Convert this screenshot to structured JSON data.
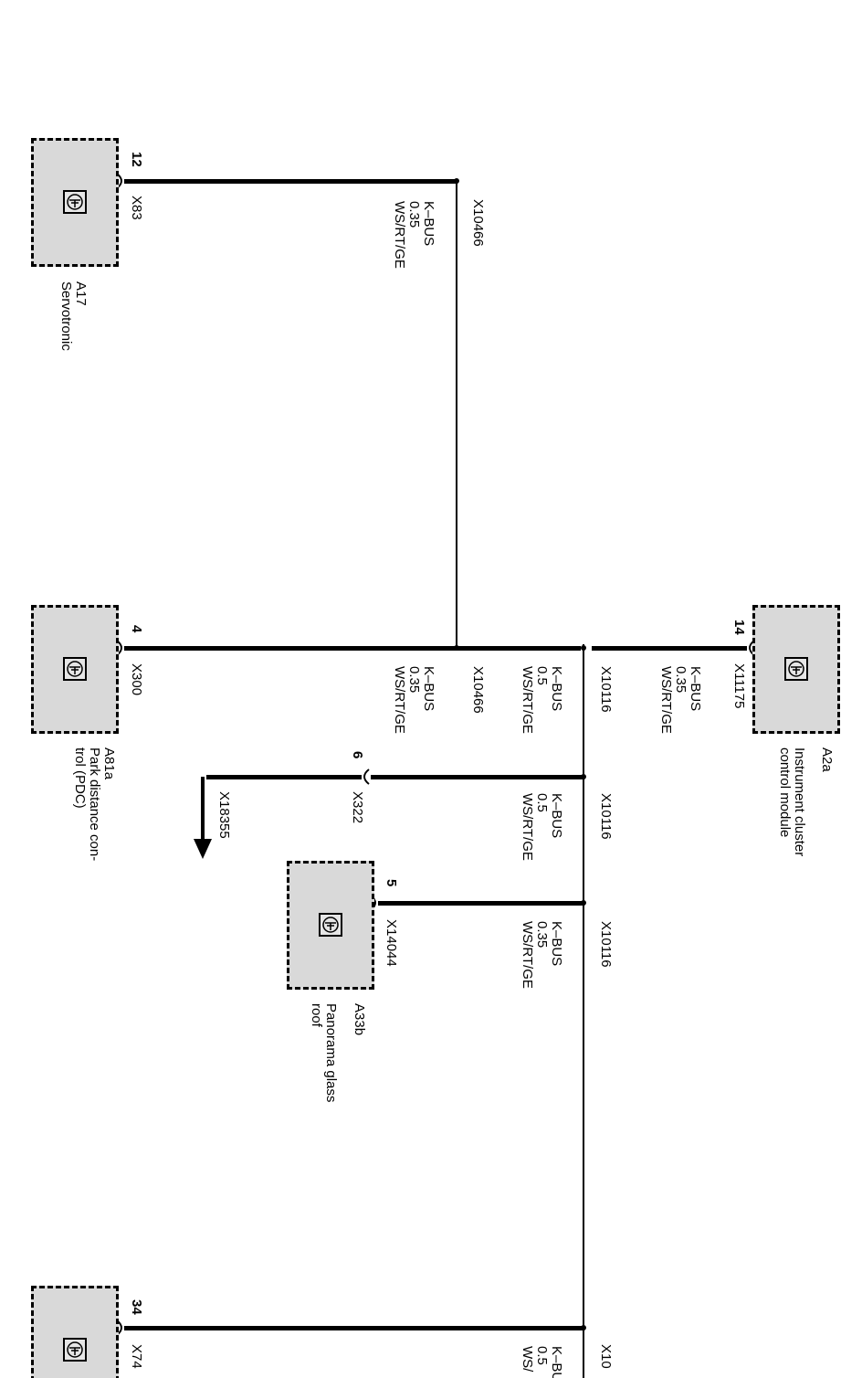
{
  "modules": {
    "servotronic": {
      "code": "A17",
      "name": "Servotronic",
      "pin": "12",
      "connector": "X83"
    },
    "pdc": {
      "code": "A81a",
      "name_line1": "Park distance con-",
      "name_line2": "trol (PDC)",
      "pin": "4",
      "connector": "X300"
    },
    "cluster": {
      "code": "A2a",
      "name_line1": "Instrument cluster",
      "name_line2": "control module",
      "pin": "14",
      "connector": "X11175"
    },
    "panorama": {
      "code": "A33b",
      "name_line1": "Panorama glass",
      "name_line2": "roof",
      "pin": "5",
      "connector": "X14044"
    },
    "bottom": {
      "pin": "34",
      "connector": "X74"
    }
  },
  "splices": {
    "top": "X10466",
    "mid": "X10466",
    "x10116_a": "X10116",
    "x10116_b": "X10116",
    "x10116_c": "X10116",
    "x10116_d": "X10"
  },
  "wires": {
    "servotronic": {
      "signal": "K–BUS",
      "size": "0.35",
      "color": "WS/RT/GE"
    },
    "pdc": {
      "signal": "K–BUS",
      "size": "0.35",
      "color": "WS/RT/GE"
    },
    "trunk": {
      "signal": "K–BUS",
      "size": "0.5",
      "color": "WS/RT/GE"
    },
    "cluster": {
      "signal": "K–BUS",
      "size": "0.35",
      "color": "WS/RT/GE"
    },
    "x322": {
      "signal": "K–BUS",
      "size": "0.5",
      "color": "WS/RT/GE"
    },
    "panorama": {
      "signal": "K–BUS",
      "size": "0.35",
      "color": "WS/RT/GE"
    },
    "bottom": {
      "signal": "K–BU",
      "size": "0.5",
      "color": "WS/"
    }
  },
  "connectors": {
    "x322": {
      "pin": "6",
      "name": "X322"
    },
    "x18355": "X18355"
  }
}
